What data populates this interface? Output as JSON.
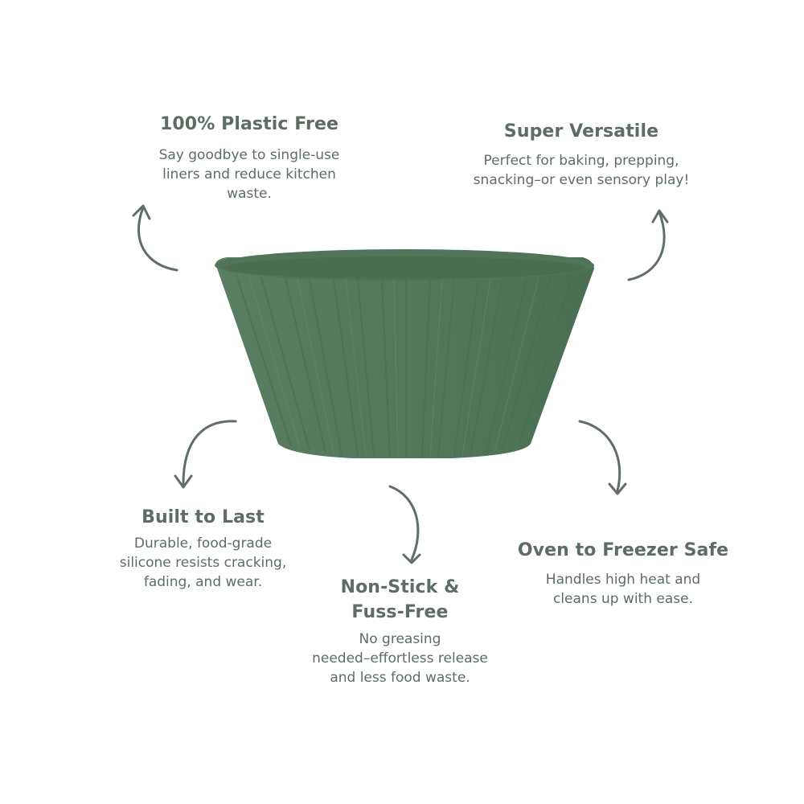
{
  "colors": {
    "text": "#5d6d64",
    "cup": "#557a5d",
    "arrow": "#5f6f66"
  },
  "features": {
    "plastic_free": {
      "title": "100% Plastic Free",
      "lines": [
        "Say goodbye to single-use",
        "liners and reduce kitchen",
        "waste."
      ]
    },
    "versatile": {
      "title": "Super Versatile",
      "lines": [
        "Perfect for baking, prepping,",
        "snacking–or even sensory play!"
      ]
    },
    "built": {
      "title": "Built to Last",
      "lines": [
        "Durable, food-grade",
        "silicone resists cracking,",
        "fading, and wear."
      ]
    },
    "nonstick": {
      "title_lines": [
        "Non-Stick &",
        "Fuss-Free"
      ],
      "lines": [
        "No greasing",
        "needed–effortless release",
        "and less food waste."
      ]
    },
    "oven": {
      "title": "Oven to Freezer Safe",
      "lines": [
        "Handles high heat and",
        "cleans up with ease."
      ]
    }
  },
  "icons": {
    "arrows": [
      "curved-arrow-up-left",
      "curved-arrow-up-right",
      "curved-arrow-down-left",
      "curved-arrow-down-center",
      "curved-arrow-down-right"
    ],
    "product": "silicone-muffin-cup"
  }
}
